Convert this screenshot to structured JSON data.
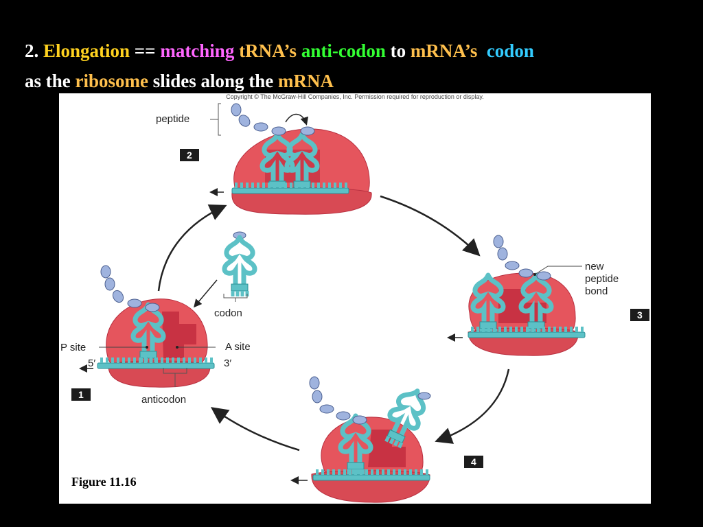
{
  "heading": {
    "line1": [
      {
        "text": "2. ",
        "color": "#ffffff"
      },
      {
        "text": "Elongation",
        "color": "#ffd21f"
      },
      {
        "text": " == ",
        "color": "#ffffff"
      },
      {
        "text": "matching",
        "color": "#ff66ff"
      },
      {
        "text": " tRNA’s",
        "color": "#ffc04d"
      },
      {
        "text": " anti-codon",
        "color": "#33ff33"
      },
      {
        "text": " to",
        "color": "#ffffff"
      },
      {
        "text": " mRNA’s",
        "color": "#ffc04d"
      },
      {
        "text": "  codon",
        "color": "#33ccff"
      }
    ],
    "line2": [
      {
        "text": "as the ",
        "color": "#ffffff"
      },
      {
        "text": "ribosome",
        "color": "#ffc04d"
      },
      {
        "text": " slides along the ",
        "color": "#ffffff"
      },
      {
        "text": "mRNA",
        "color": "#ffc04d"
      }
    ]
  },
  "figure": {
    "copyright": "Copyright © The McGraw-Hill Companies, Inc. Permission required for reproduction or display.",
    "caption": "Figure 11.16",
    "labels": {
      "peptide": "peptide",
      "codon": "codon",
      "p_site": "P site",
      "a_site": "A site",
      "five_prime": "5′",
      "three_prime": "3′",
      "anticodon": "anticodon",
      "new": "new",
      "peptide2": "peptide",
      "bond": "bond"
    },
    "steps": [
      "1",
      "2",
      "3",
      "4"
    ],
    "colors": {
      "ribosome": "#e5555d",
      "ribosome_dark": "#c83243",
      "trna": "#5cc1c6",
      "trna_outline": "#2a8f95",
      "amino_acid": "#9fb3de"
    }
  }
}
